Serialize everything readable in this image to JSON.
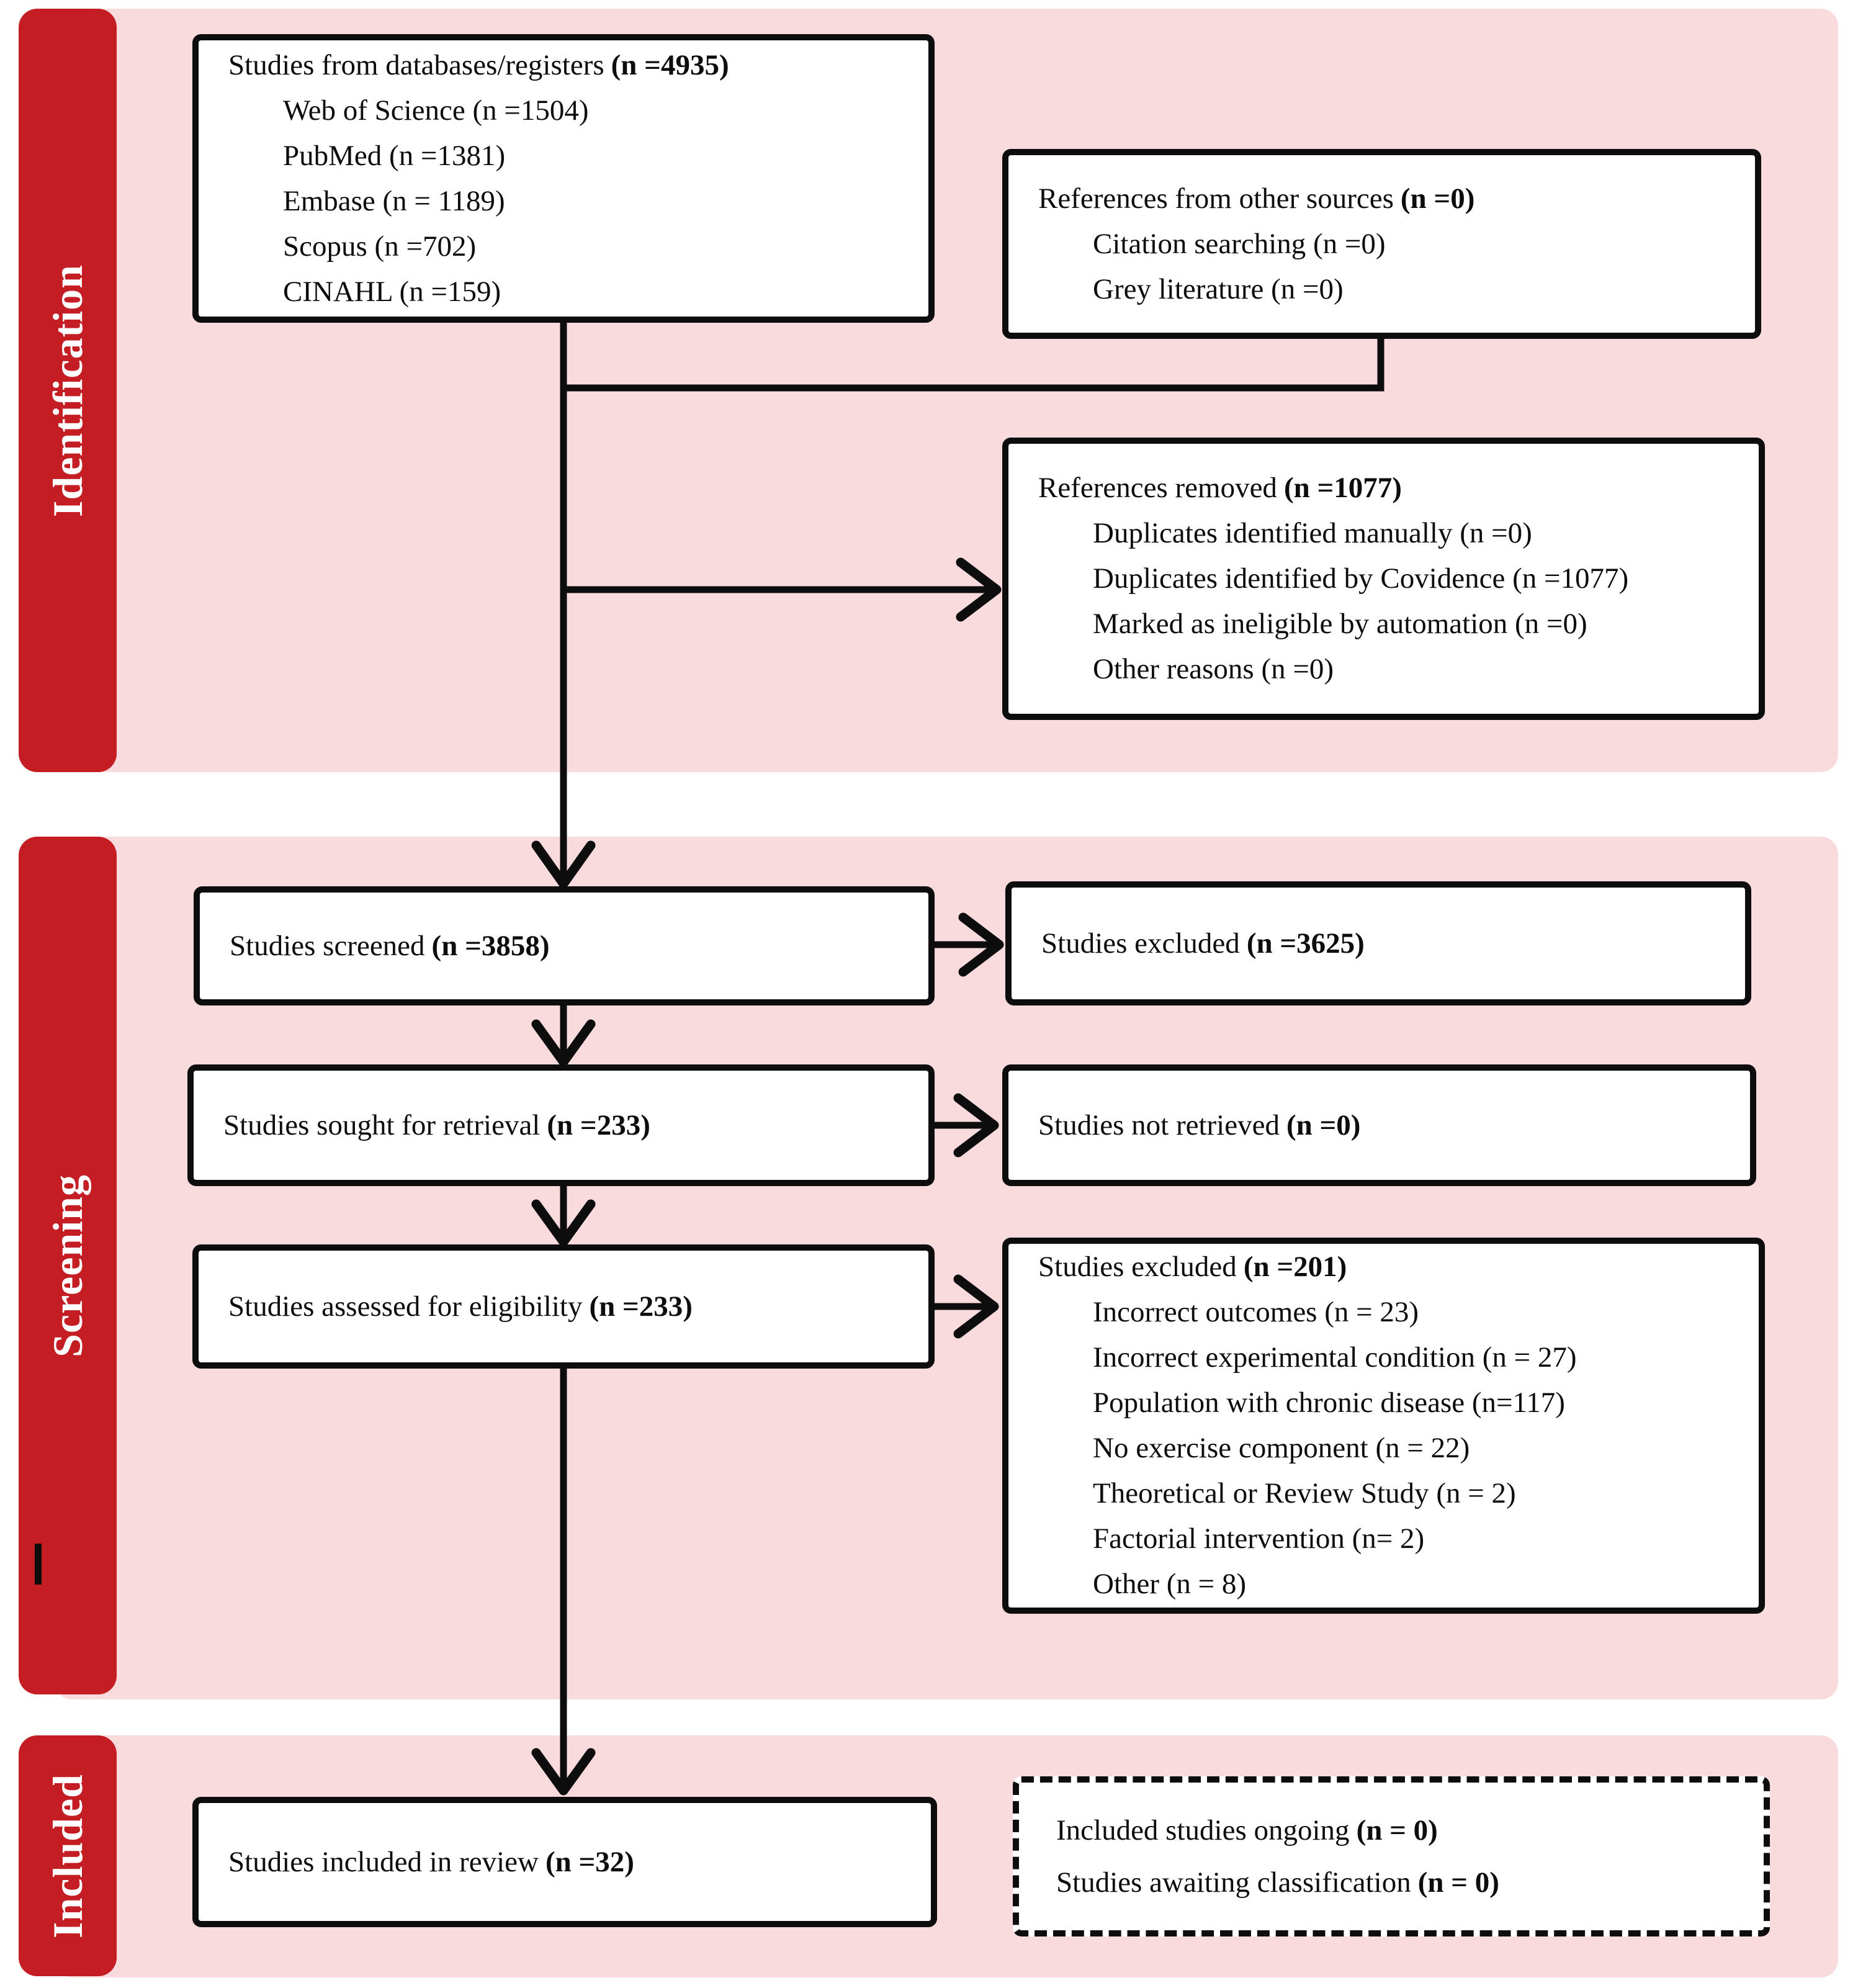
{
  "sections": [
    {
      "label": "Identification"
    },
    {
      "label": "Screening"
    },
    {
      "label": "Included"
    }
  ],
  "boxes": {
    "databases": {
      "title": "Studies from databases/registers",
      "count": "(n =4935)",
      "items": [
        "Web of Science (n =1504)",
        "PubMed (n =1381)",
        "Embase (n = 1189)",
        "Scopus (n =702)",
        "CINAHL (n =159)"
      ]
    },
    "other_sources": {
      "title": "References from other sources",
      "count": "(n =0)",
      "items": [
        "Citation searching (n =0)",
        "Grey literature (n =0)"
      ]
    },
    "references_removed": {
      "title": "References removed",
      "count": "(n =1077)",
      "items": [
        "Duplicates identified manually (n =0)",
        "Duplicates identified by Covidence (n =1077)",
        "Marked as ineligible by automation (n =0)",
        "Other reasons (n =0)"
      ]
    },
    "screened": {
      "title": "Studies screened",
      "count": "(n =3858)"
    },
    "excluded_screening": {
      "title": "Studies excluded",
      "count": "(n =3625)"
    },
    "sought": {
      "title": "Studies sought for retrieval",
      "count": "(n =233)"
    },
    "not_retrieved": {
      "title": "Studies not retrieved",
      "count": "(n =0)"
    },
    "assessed": {
      "title": "Studies assessed for eligibility",
      "count": "(n =233)"
    },
    "excluded_eligibility": {
      "title": "Studies excluded",
      "count": "(n =201)",
      "items": [
        "Incorrect outcomes (n = 23)",
        "Incorrect experimental condition (n = 27)",
        "Population with chronic disease (n=117)",
        "No exercise component (n = 22)",
        "Theoretical or Review Study (n = 2)",
        "Factorial intervention (n= 2)",
        "Other (n = 8)"
      ]
    },
    "included_review": {
      "title": "Studies included in review",
      "count": "(n =32)"
    },
    "ongoing": {
      "line1_title": "Included studies ongoing",
      "line1_count": "(n = 0)",
      "line2_title": "Studies awaiting classification",
      "line2_count": "(n = 0)"
    }
  },
  "colors": {
    "bar_red": "#c41e24",
    "panel_pink": "#f9dbdd",
    "line_black": "#0d0d0d",
    "box_bg": "#ffffff"
  }
}
